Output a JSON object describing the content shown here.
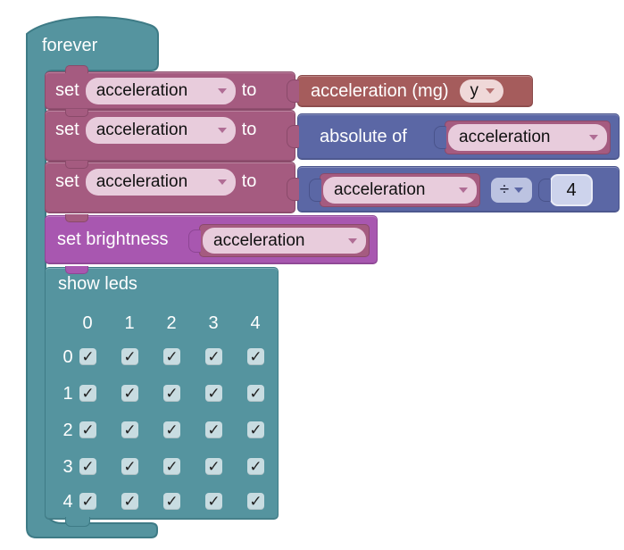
{
  "colors": {
    "teal": "#55949F",
    "teal_border": "#3E7B86",
    "rose": "#A55B80",
    "rose_border": "#8A4A6A",
    "rose_field": "#E8CCDC",
    "red": "#A55C5C",
    "red_border": "#8A4A4A",
    "red_field": "#EFD8D8",
    "blue": "#5B67A5",
    "blue_border": "#49538B",
    "blue_field": "#BCC3E1",
    "number_field_bg": "#CDD3EC",
    "purple": "#A857B0",
    "purple_border": "#8D4694",
    "checkbox_bg": "#C8DCE1",
    "check_color": "#222222"
  },
  "forever": {
    "label": "forever"
  },
  "set_rows": [
    {
      "set_label": "set",
      "variable": "acceleration",
      "to_label": "to"
    },
    {
      "set_label": "set",
      "variable": "acceleration",
      "to_label": "to"
    },
    {
      "set_label": "set",
      "variable": "acceleration",
      "to_label": "to"
    }
  ],
  "value1": {
    "label": "acceleration (mg)",
    "dropdown": "y"
  },
  "value2": {
    "label": "absolute of",
    "variable": "acceleration"
  },
  "value3": {
    "variable": "acceleration",
    "operator": "÷",
    "number": "4"
  },
  "brightness": {
    "label": "set brightness",
    "variable": "acceleration"
  },
  "leds": {
    "label": "show leds",
    "col_headers": [
      "0",
      "1",
      "2",
      "3",
      "4"
    ],
    "row_headers": [
      "0",
      "1",
      "2",
      "3",
      "4"
    ],
    "check_glyph": "✓",
    "grid": [
      [
        true,
        true,
        true,
        true,
        true
      ],
      [
        true,
        true,
        true,
        true,
        true
      ],
      [
        true,
        true,
        true,
        true,
        true
      ],
      [
        true,
        true,
        true,
        true,
        true
      ],
      [
        true,
        true,
        true,
        true,
        true
      ]
    ]
  }
}
